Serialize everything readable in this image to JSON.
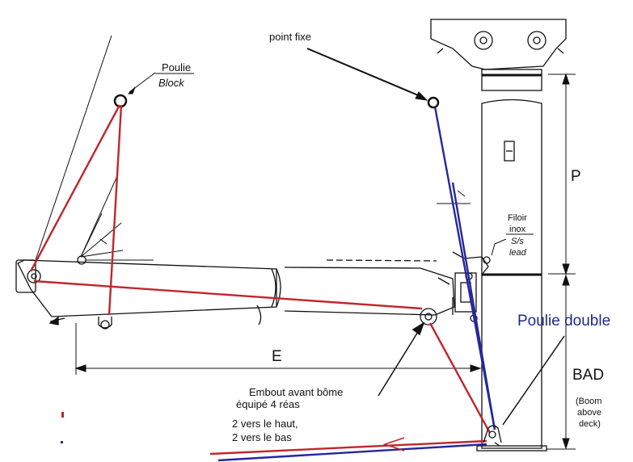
{
  "labels": {
    "poulie": "Poulie",
    "block": "Block",
    "point_fixe": "point fixe",
    "filoir": "Filoir",
    "inox": "inox",
    "ss": "S/s",
    "lead": "lead",
    "p": "P",
    "poulie_double": "Poulie double",
    "bad": "BAD",
    "boom": "(Boom",
    "above": "above",
    "deck": "deck)",
    "e": "E",
    "embout_line1": "Embout avant bôme",
    "embout_line2": "équipé 4 réas",
    "vers_haut": "2 vers le haut,",
    "vers_bas": "2 vers le bas"
  },
  "colors": {
    "red_line": "#c0262b",
    "blue_line": "#26279a",
    "drawing": "#111111",
    "label_blue": "#1f2a8a"
  }
}
